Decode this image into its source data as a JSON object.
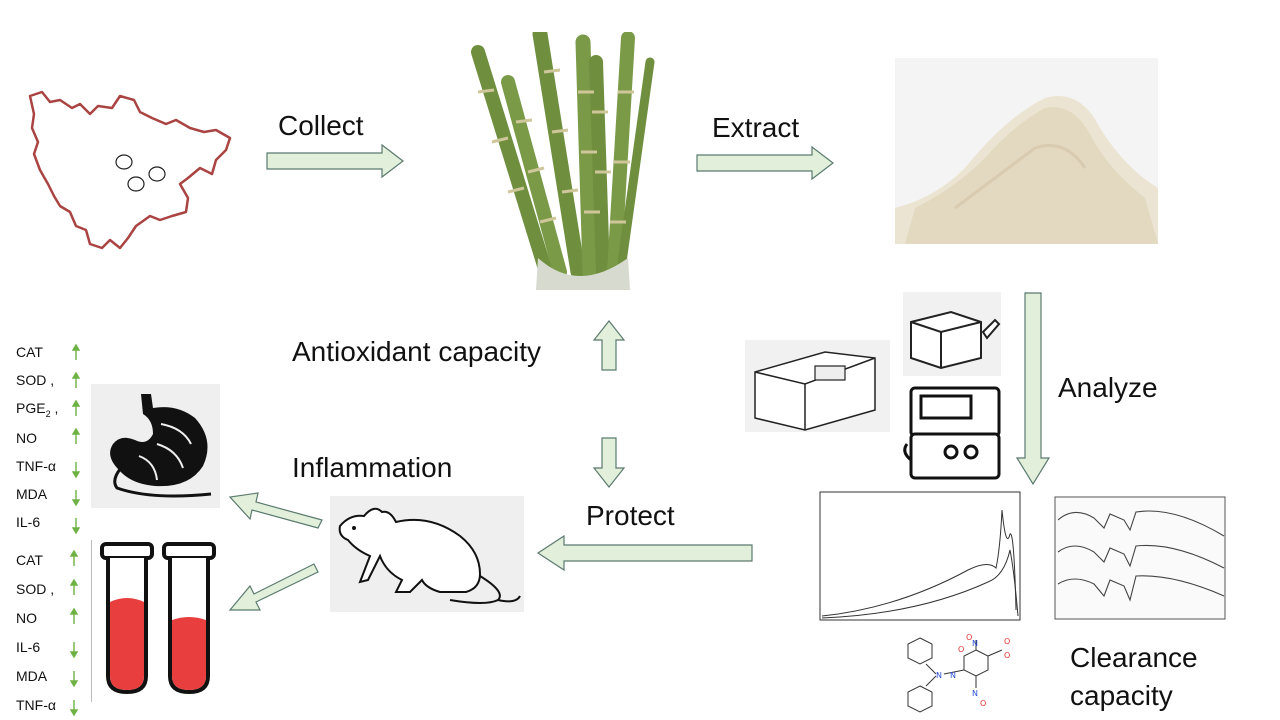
{
  "steps": {
    "collect": "Collect",
    "extract": "Extract",
    "analyze": "Analyze",
    "protect": "Protect",
    "inflammation": "Inflammation",
    "antioxidant": "Antioxidant capacity",
    "clearance_line1": "Clearance",
    "clearance_line2": "capacity"
  },
  "stomach_markers": [
    {
      "label": "CAT",
      "direction": "up"
    },
    {
      "label": "SOD ,",
      "direction": "up"
    },
    {
      "label": "PGE",
      "sub": "2",
      "suffix": " ,",
      "direction": "up"
    },
    {
      "label": "NO",
      "direction": "up"
    },
    {
      "label": "TNF-α",
      "direction": "down"
    },
    {
      "label": "MDA",
      "direction": "down"
    },
    {
      "label": "IL-6",
      "direction": "down"
    }
  ],
  "blood_markers": [
    {
      "label": "CAT",
      "direction": "up"
    },
    {
      "label": "SOD ,",
      "direction": "up"
    },
    {
      "label": "NO",
      "direction": "up"
    },
    {
      "label": "IL-6",
      "direction": "down"
    },
    {
      "label": "MDA",
      "direction": "down"
    },
    {
      "label": "TNF-α",
      "direction": "down"
    }
  ],
  "molecule_atoms": [
    "N",
    "N",
    "O",
    "O",
    "N",
    "O",
    "O",
    "N",
    "O"
  ],
  "colors": {
    "arrow_fill": "#e2efda",
    "arrow_stroke": "#5b7a70",
    "map_outline": "#a94442",
    "marker_arrow": "#6fb244",
    "blood": "#e83e3e"
  },
  "icons": {
    "map": "sichuan-map-icon",
    "plant": "dendrobium-plant-icon",
    "powder": "powder-icon",
    "instruments": "lab-instrument-icon",
    "rat": "rat-icon",
    "stomach": "stomach-icon",
    "tubes": "blood-tube-icon",
    "molecule": "dpph-molecule-icon"
  }
}
